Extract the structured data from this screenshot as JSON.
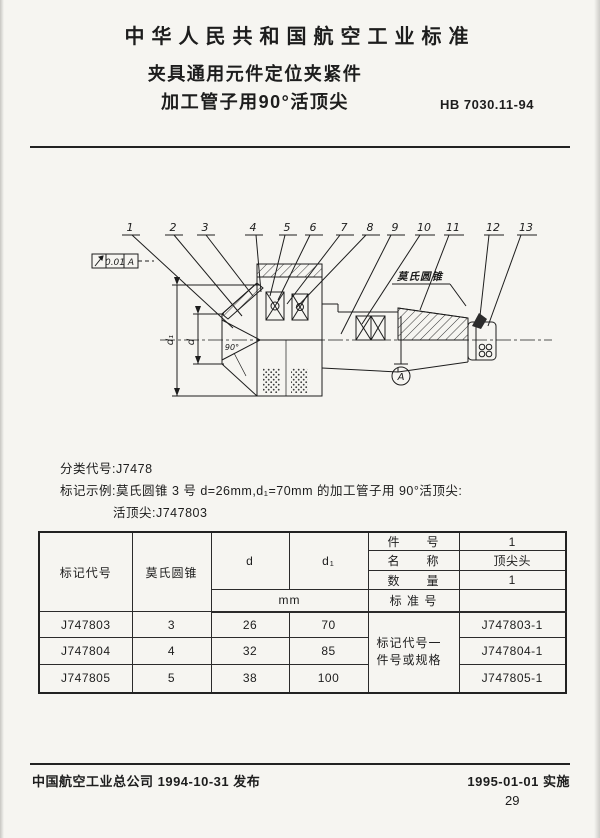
{
  "page": {
    "number": "29"
  },
  "header": {
    "standard_name": "中华人民共和国航空工业标准",
    "title_line1": "夹具通用元件定位夹紧件",
    "title_line2": "加工管子用90°活顶尖",
    "standard_code": "HB 7030.11-94"
  },
  "drawing": {
    "leaders": [
      "1",
      "2",
      "3",
      "4",
      "5",
      "6",
      "7",
      "8",
      "9",
      "10",
      "11",
      "12",
      "13"
    ],
    "tolerance": {
      "value": "0.01",
      "datum": "A"
    },
    "labels": {
      "taper": "莫氏圆锥",
      "angle": "90°",
      "d": "d",
      "d1": "d₁",
      "datum": "A"
    }
  },
  "notes": {
    "class_code": "分类代号:J7478",
    "example_line1": "标记示例:莫氏圆锥 3 号 d=26mm,d₁=70mm 的加工管子用 90°活顶尖:",
    "example_line2": "活顶尖:J747803"
  },
  "table": {
    "col_code": "标记代号",
    "col_taper": "莫氏圆锥",
    "col_d": "d",
    "col_d1": "d₁",
    "unit": "mm",
    "part_label": "件　　号",
    "part_value": "1",
    "name_label": "名　　称",
    "name_value": "顶尖头",
    "qty_label": "数　　量",
    "qty_value": "1",
    "std_label": "标 准 号",
    "std_value": "",
    "spec_label": "标记代号一件号或规格",
    "rows": [
      {
        "code": "J747803",
        "taper": "3",
        "d": "26",
        "d1": "70",
        "part": "J747803-1"
      },
      {
        "code": "J747804",
        "taper": "4",
        "d": "32",
        "d1": "85",
        "part": "J747804-1"
      },
      {
        "code": "J747805",
        "taper": "5",
        "d": "38",
        "d1": "100",
        "part": "J747805-1"
      }
    ]
  },
  "footer": {
    "issued": "中国航空工业总公司 1994-10-31 发布",
    "effective": "1995-01-01 实施"
  }
}
